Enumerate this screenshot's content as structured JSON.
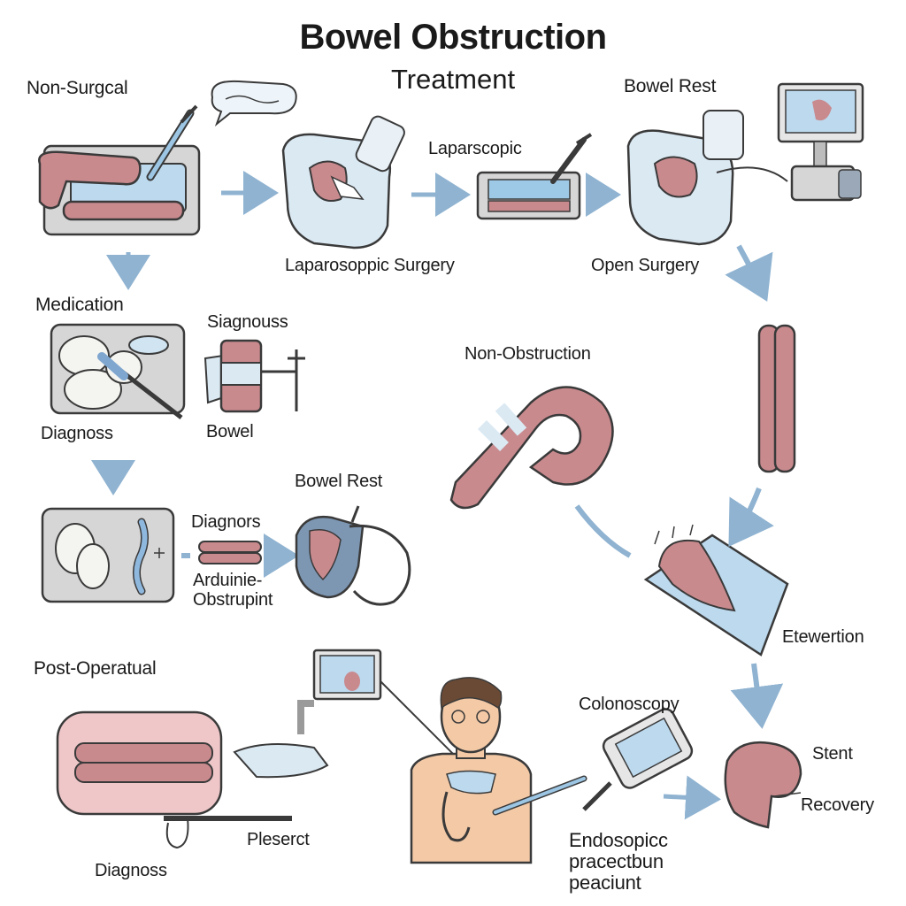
{
  "title": "Bowel Obstruction",
  "subtitle": "Treatment",
  "labels": {
    "non_surgical": "Non-Surgcal",
    "bowel_rest_top": "Bowel Rest",
    "laparoscopic": "Laparscopic",
    "laparoscopic_surgery": "Laparosoppic Surgery",
    "open_surgery": "Open Surgery",
    "medication": "Medication",
    "siagnouss": "Siagnouss",
    "non_obstruction": "Non-Obstruction",
    "diagnoss_1": "Diagnoss",
    "bowel": "Bowel",
    "bowel_rest_mid": "Bowel Rest",
    "diagnors": "Diagnors",
    "arduinie_line1": "Arduinie-",
    "arduinie_line2": "Obstrupint",
    "etewertion": "Etewertion",
    "post_operatual": "Post-Operatual",
    "colonoscopy": "Colonoscopy",
    "stent": "Stent",
    "recovery": "Recovery",
    "pleserct": "Pleserct",
    "diagnoss_2": "Diagnoss",
    "endo_line1": "Endosopicc",
    "endo_line2": "pracectbun",
    "endo_line3": "peaciunt"
  },
  "colors": {
    "bowel": "#c98a8e",
    "bowel_dark": "#9e5c62",
    "arrow": "#8fb3d1",
    "tray": "#d6d6d6",
    "glass": "#dbe9f3",
    "outline": "#3a3a3a",
    "skin": "#f3c9a6"
  }
}
